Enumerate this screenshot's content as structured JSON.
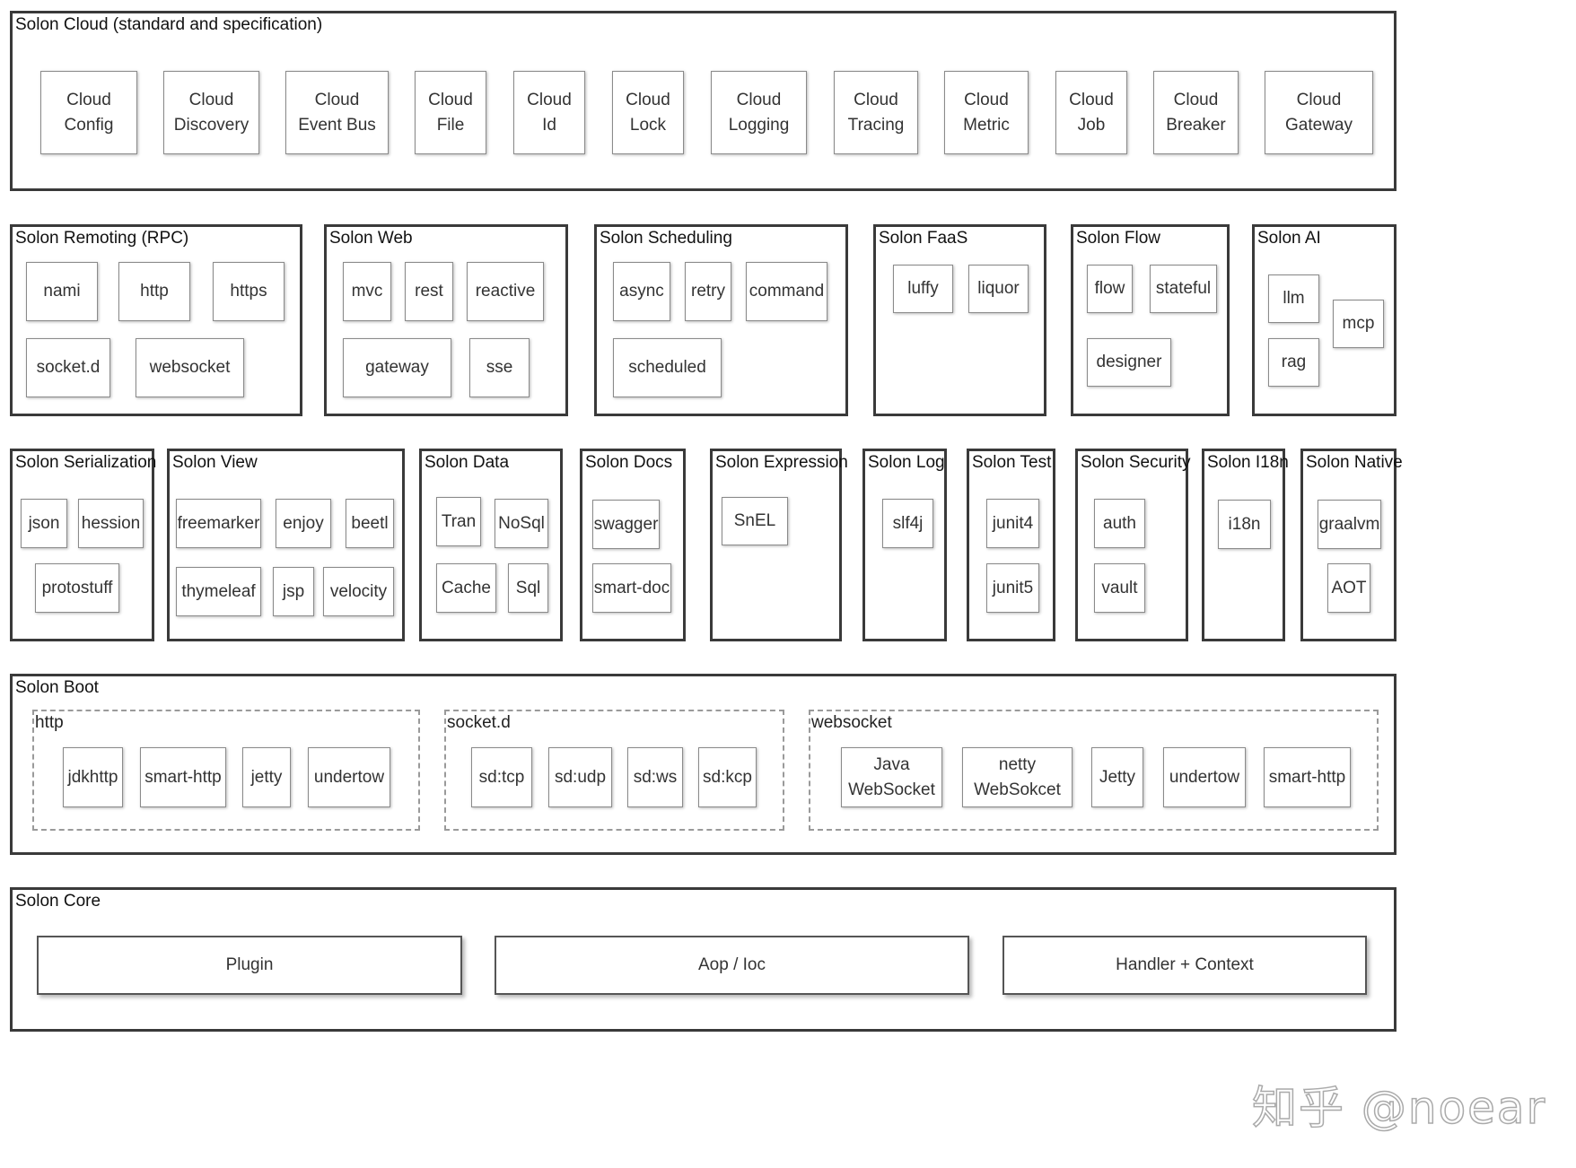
{
  "groups": [
    {
      "title": "Solon Cloud (standard and specification)",
      "modules": [
        "Cloud\nConfig",
        "Cloud\nDiscovery",
        "Cloud\nEvent Bus",
        "Cloud\nFile",
        "Cloud\nId",
        "Cloud\nLock",
        "Cloud\nLogging",
        "Cloud\nTracing",
        "Cloud\nMetric",
        "Cloud\nJob",
        "Cloud\nBreaker",
        "Cloud\nGateway"
      ]
    },
    {
      "title": "Solon Remoting (RPC)",
      "modules": [
        "nami",
        "http",
        "https",
        "socket.d",
        "websocket"
      ]
    },
    {
      "title": "Solon Web",
      "modules": [
        "mvc",
        "rest",
        "reactive",
        "gateway",
        "sse"
      ]
    },
    {
      "title": "Solon Scheduling",
      "modules": [
        "async",
        "retry",
        "command",
        "scheduled"
      ]
    },
    {
      "title": "Solon FaaS",
      "modules": [
        "luffy",
        "liquor"
      ]
    },
    {
      "title": "Solon Flow",
      "modules": [
        "flow",
        "stateful",
        "designer"
      ]
    },
    {
      "title": "Solon AI",
      "modules": [
        "llm",
        "mcp",
        "rag"
      ]
    },
    {
      "title": "Solon Serialization",
      "modules": [
        "json",
        "hession",
        "protostuff"
      ]
    },
    {
      "title": "Solon View",
      "modules": [
        "freemarker",
        "enjoy",
        "beetl",
        "thymeleaf",
        "jsp",
        "velocity"
      ]
    },
    {
      "title": "Solon Data",
      "modules": [
        "Tran",
        "NoSql",
        "Cache",
        "Sql"
      ]
    },
    {
      "title": "Solon Docs",
      "modules": [
        "swagger",
        "smart-doc"
      ]
    },
    {
      "title": "Solon Expression",
      "modules": [
        "SnEL"
      ]
    },
    {
      "title": "Solon Log",
      "modules": [
        "slf4j"
      ]
    },
    {
      "title": "Solon Test",
      "modules": [
        "junit4",
        "junit5"
      ]
    },
    {
      "title": "Solon Security",
      "modules": [
        "auth",
        "vault"
      ]
    },
    {
      "title": "Solon I18n",
      "modules": [
        "i18n"
      ]
    },
    {
      "title": "Solon Native",
      "modules": [
        "graalvm",
        "AOT"
      ]
    },
    {
      "title": "Solon Boot",
      "subgroups": [
        {
          "title": "http",
          "modules": [
            "jdkhttp",
            "smart-http",
            "jetty",
            "undertow"
          ]
        },
        {
          "title": "socket.d",
          "modules": [
            "sd:tcp",
            "sd:udp",
            "sd:ws",
            "sd:kcp"
          ]
        },
        {
          "title": "websocket",
          "modules": [
            "Java\nWebSocket",
            "netty\nWebSokcet",
            "Jetty",
            "undertow",
            "smart-http"
          ]
        }
      ]
    },
    {
      "title": "Solon Core",
      "modules": [
        "Plugin",
        "Aop / Ioc",
        "Handler + Context"
      ]
    }
  ],
  "watermark": "知乎 @noear",
  "colors": {
    "group_border": "#3a3a3a",
    "module_border": "#8a8a8a",
    "dashed_border": "#9a9a9a",
    "text": "#222222"
  }
}
